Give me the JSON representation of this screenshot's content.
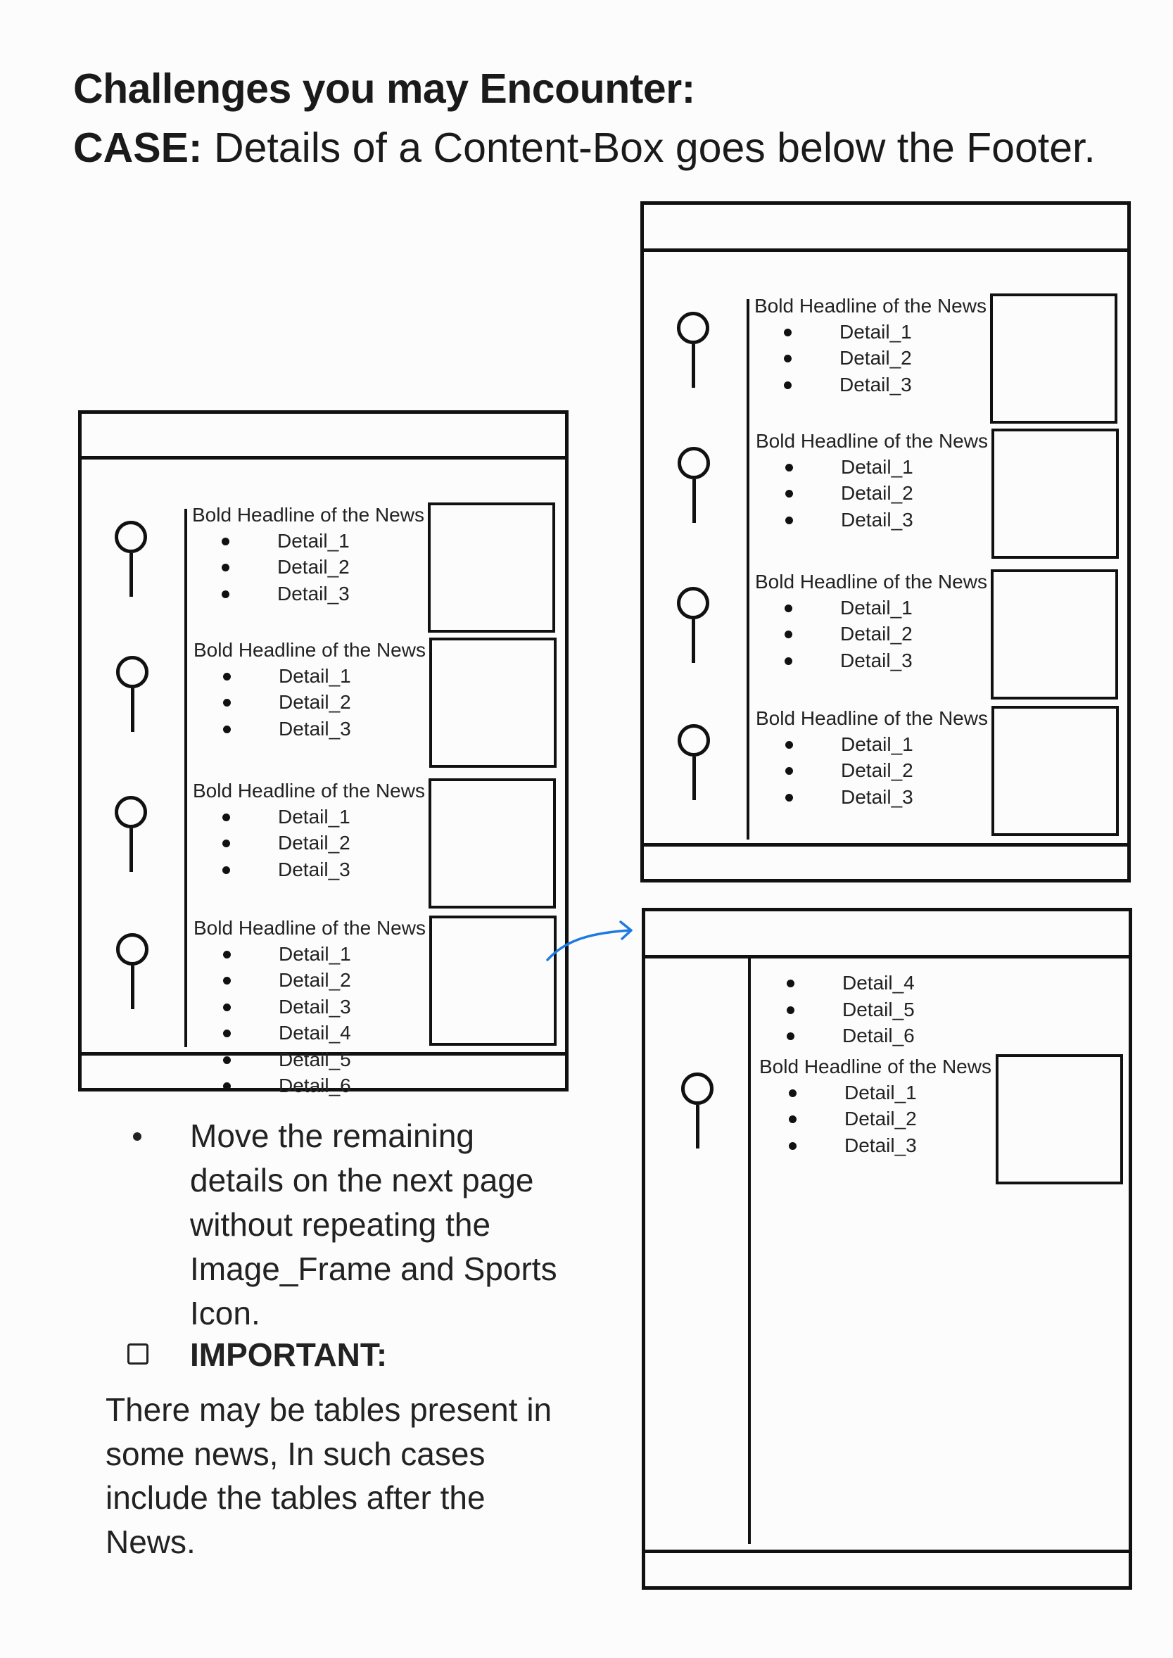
{
  "heading": {
    "line1": "Challenges you may Encounter:",
    "case_label": "CASE:",
    "case_text": " Details of a Content-Box goes below the Footer."
  },
  "left_page": {
    "news": [
      {
        "headline": "Bold Headline of the News",
        "details": [
          "Detail_1",
          "Detail_2",
          "Detail_3"
        ]
      },
      {
        "headline": "Bold Headline of the News",
        "details": [
          "Detail_1",
          "Detail_2",
          "Detail_3"
        ]
      },
      {
        "headline": "Bold Headline of the News",
        "details": [
          "Detail_1",
          "Detail_2",
          "Detail_3"
        ]
      },
      {
        "headline": "Bold Headline of the News",
        "details": [
          "Detail_1",
          "Detail_2",
          "Detail_3",
          "Detail_4",
          "Detail_5",
          "Detail_6"
        ]
      }
    ]
  },
  "right_top_page": {
    "news": [
      {
        "headline": "Bold Headline of the News",
        "details": [
          "Detail_1",
          "Detail_2",
          "Detail_3"
        ]
      },
      {
        "headline": "Bold Headline of the News",
        "details": [
          "Detail_1",
          "Detail_2",
          "Detail_3"
        ]
      },
      {
        "headline": "Bold Headline of the News",
        "details": [
          "Detail_1",
          "Detail_2",
          "Detail_3"
        ]
      },
      {
        "headline": "Bold Headline of the News",
        "details": [
          "Detail_1",
          "Detail_2",
          "Detail_3"
        ]
      }
    ]
  },
  "right_bottom_page": {
    "continued_details": [
      "Detail_4",
      "Detail_5",
      "Detail_6"
    ],
    "news": [
      {
        "headline": "Bold Headline of the News",
        "details": [
          "Detail_1",
          "Detail_2",
          "Detail_3"
        ]
      }
    ]
  },
  "notes": {
    "bullet_text_lines": [
      "Move the remaining",
      "details on the next page",
      "without repeating the",
      "Image_Frame and Sports",
      "Icon."
    ],
    "important_label": "IMPORTANT:",
    "important_text_lines": [
      "There may be tables present in",
      "some news, In such cases",
      "include the tables after the",
      "News."
    ]
  },
  "colors": {
    "arrow": "#1e7ae0",
    "line": "#111111"
  }
}
